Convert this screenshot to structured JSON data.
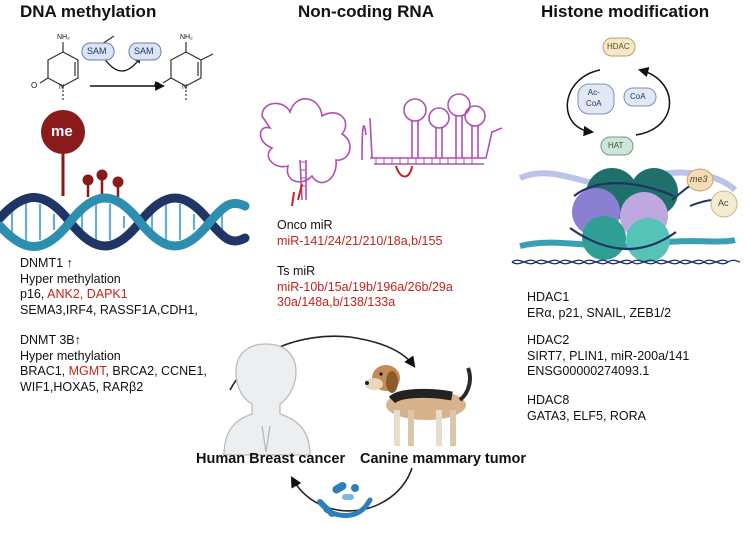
{
  "headings": {
    "dna": "DNA methylation",
    "rna": "Non-coding RNA",
    "histone": "Histone modification"
  },
  "dna_figure": {
    "sam_left": "SAM",
    "sam_right": "SAM",
    "nh2_left": "NH₂",
    "nh2_right": "NH₂",
    "o_left": "O",
    "o_right": "O",
    "n_left": "N",
    "n_right": "N",
    "me_label": "me"
  },
  "dnmt1": {
    "title": "DNMT1 ↑",
    "line1": "Hyper methylation",
    "genes_prefix": "p16, ",
    "genes_red": "ANK2, DAPK1",
    "line3": "SEMA3,IRF4, RASSF1A,CDH1,"
  },
  "dnmt3b": {
    "title": "DNMT 3B↑",
    "line1": "Hyper methylation",
    "genes_a": "BRAC1, ",
    "genes_red": "MGMT",
    "genes_b": ", BRCA2, CCNE1,",
    "line3": "WIF1,HOXA5, RARβ2"
  },
  "onco_mir": {
    "title": "Onco miR",
    "list": "miR-141/24/21/210/18a,b/155"
  },
  "ts_mir": {
    "title": "Ts miR",
    "line1": "miR-10b/15a/19b/196a/26b/29a",
    "line2": "30a/148a,b/138/133a"
  },
  "histone_cycle": {
    "hdac": "HDAC",
    "accoa": "Ac-\nCoA",
    "coa": "CoA",
    "hat": "HAT",
    "me3": "me3",
    "ac": "Ac"
  },
  "hdac1": {
    "title": "HDAC1",
    "genes": "ERα, p21, SNAIL, ZEB1/2"
  },
  "hdac2": {
    "title": "HDAC2",
    "line1": "SIRT7, PLIN1, miR-200a/141",
    "line2": "ENSG00000274093.1"
  },
  "hdac8": {
    "title": "HDAC8",
    "genes": "GATA3, ELF5, RORA"
  },
  "bottom": {
    "human": "Human Breast cancer",
    "canine": "Canine mammary tumor"
  },
  "colors": {
    "accent_red": "#c3241d",
    "methyl_red": "#8b1a1a",
    "rna_magenta": "#b04fb0",
    "dna_navy": "#1e3566",
    "dna_teal": "#2d8fb0",
    "nucleosome_purple": "#8a7fd1",
    "nucleosome_teal": "#2f9e94"
  }
}
